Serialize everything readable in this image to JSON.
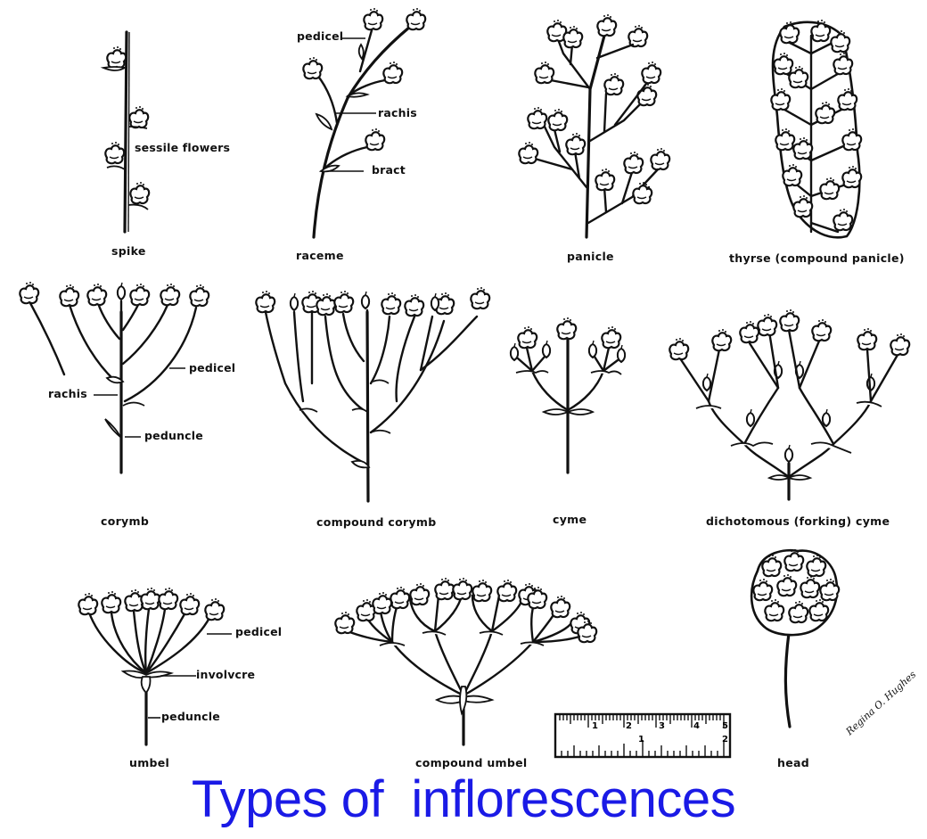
{
  "title": "Types of  inflorescences",
  "title_color": "#1a1ae6",
  "diagrams": {
    "spike": {
      "caption": "spike",
      "labels": {
        "sessile_flowers": "sessile flowers"
      }
    },
    "raceme": {
      "caption": "raceme",
      "labels": {
        "pedicel": "pedicel",
        "rachis": "rachis",
        "bract": "bract"
      }
    },
    "panicle": {
      "caption": "panicle"
    },
    "thyrse": {
      "caption": "thyrse (compound panicle)"
    },
    "corymb": {
      "caption": "corymb",
      "labels": {
        "pedicel": "pedicel",
        "rachis": "rachis",
        "peduncle": "peduncle"
      }
    },
    "compound_corymb": {
      "caption": "compound corymb"
    },
    "cyme": {
      "caption": "cyme"
    },
    "dichotomous_cyme": {
      "caption": "dichotomous (forking) cyme"
    },
    "umbel": {
      "caption": "umbel",
      "labels": {
        "pedicel": "pedicel",
        "involucre": "involvcre",
        "peduncle": "peduncle"
      }
    },
    "compound_umbel": {
      "caption": "compound umbel"
    },
    "head": {
      "caption": "head"
    }
  },
  "ruler": {
    "top_marks": [
      "1",
      "2",
      "3",
      "4",
      "5"
    ],
    "bottom_marks": [
      "1",
      "2"
    ]
  },
  "signature": "Regina O. Hughes"
}
